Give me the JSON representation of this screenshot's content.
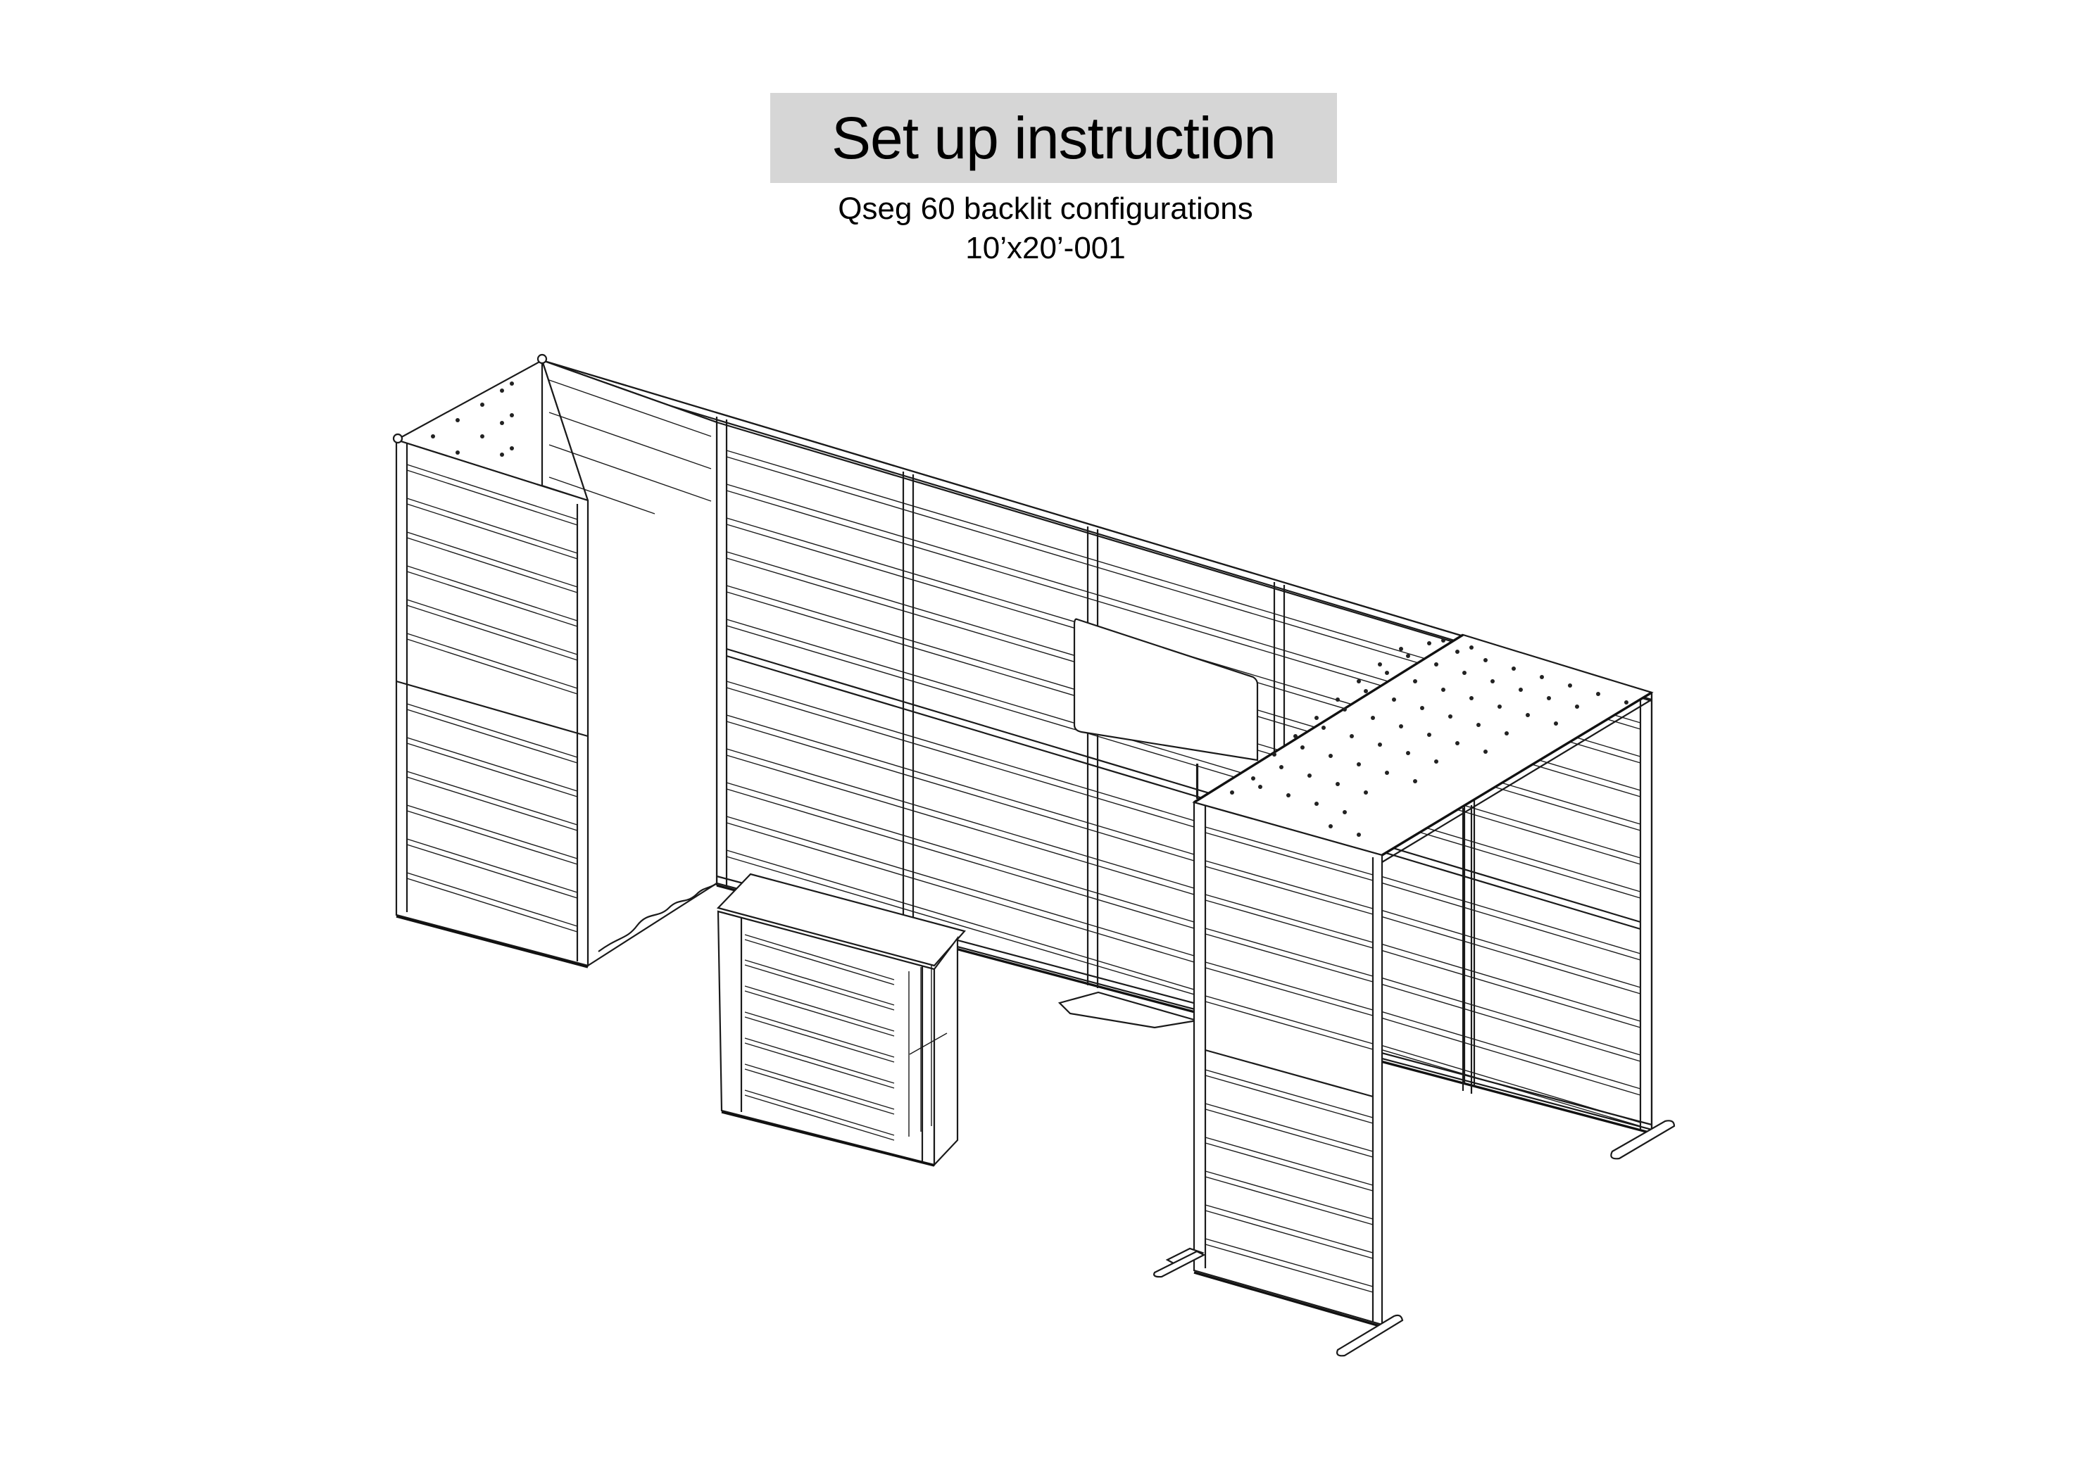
{
  "header": {
    "title": "Set up instruction",
    "subtitle": "Qseg 60 backlit configurations",
    "model_code": "10’x20’-001"
  },
  "drawing": {
    "type": "isometric-line-drawing",
    "components": [
      "left-tower-backlit-frame",
      "back-wall-backlit-frames",
      "graphic-panel",
      "counter-unit",
      "right-canopy-with-perforated-top",
      "right-front-backlit-frame",
      "floor-feet"
    ],
    "colors": {
      "title_box_bg": "#d6d6d6",
      "line": "#1a1a1a",
      "background": "#ffffff"
    }
  }
}
